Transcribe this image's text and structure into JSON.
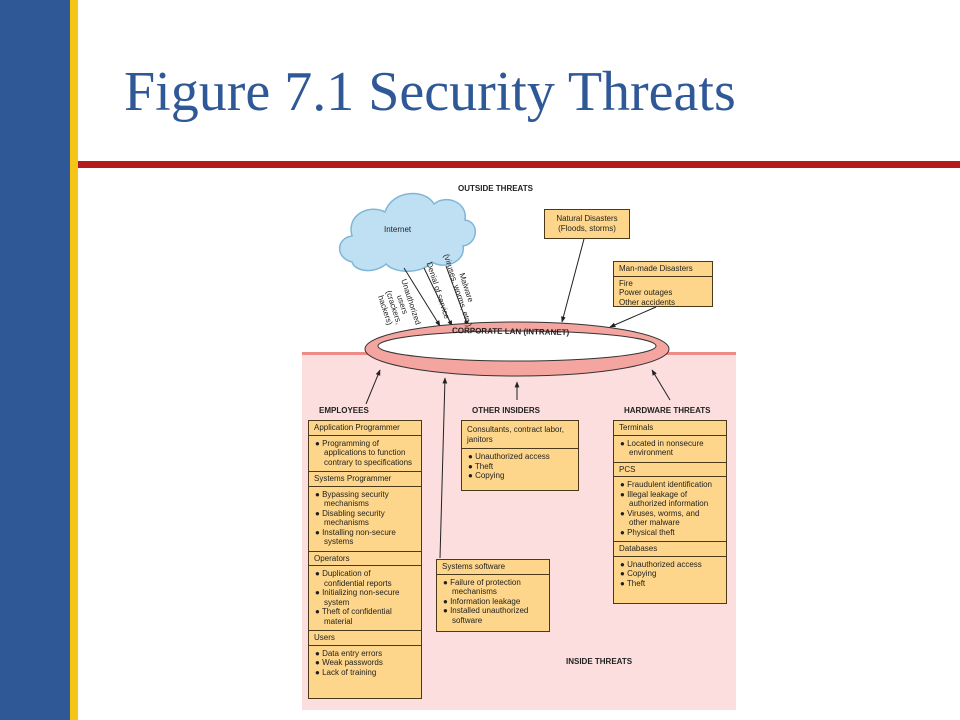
{
  "slide": {
    "title": "Figure 7.1 Security Threats"
  },
  "outside": {
    "heading": "OUTSIDE THREATS",
    "cloud": "Internet",
    "internet_threats": [
      {
        "lines": [
          "Unauthorized",
          "users",
          "(crackers,",
          "hackers)"
        ]
      },
      {
        "lines": [
          "Denial of service"
        ]
      },
      {
        "lines": [
          "Malware",
          "(viruses, worms, etc.)"
        ]
      }
    ],
    "natural": {
      "title": "Natural Disasters",
      "detail": "(Floods, storms)"
    },
    "manmade": {
      "title": "Man-made Disasters",
      "items": [
        "Fire",
        "Power outages",
        "Other accidents"
      ]
    }
  },
  "lan": {
    "label": "CORPORATE LAN (INTRANET)"
  },
  "inside": {
    "heading": "INSIDE THREATS",
    "employees": {
      "heading": "EMPLOYEES",
      "groups": [
        {
          "title": "Application Programmer",
          "items": [
            [
              "Programming of",
              "applications to function",
              "contrary to specifications"
            ]
          ]
        },
        {
          "title": "Systems Programmer",
          "items": [
            [
              "Bypassing security",
              "mechanisms"
            ],
            [
              "Disabling security",
              "mechanisms"
            ],
            [
              "Installing non-secure",
              "systems"
            ]
          ]
        },
        {
          "title": "Operators",
          "items": [
            [
              "Duplication of",
              "confidential reports"
            ],
            [
              "Initializing non-secure",
              "system"
            ],
            [
              "Theft of confidential",
              "material"
            ]
          ]
        },
        {
          "title": "Users",
          "items": [
            [
              "Data entry errors"
            ],
            [
              "Weak passwords"
            ],
            [
              "Lack of training"
            ]
          ]
        }
      ]
    },
    "other_insiders": {
      "heading": "OTHER INSIDERS",
      "title_lines": [
        "Consultants, contract labor,",
        "janitors"
      ],
      "items": [
        "Unauthorized access",
        "Theft",
        "Copying"
      ]
    },
    "systems_software": {
      "title": "Systems software",
      "items": [
        [
          "Failure of protection",
          "mechanisms"
        ],
        [
          "Information leakage"
        ],
        [
          "Installed unauthorized",
          "software"
        ]
      ]
    },
    "hardware": {
      "heading": "HARDWARE THREATS",
      "groups": [
        {
          "title": "Terminals",
          "items": [
            [
              "Located in nonsecure",
              "environment"
            ]
          ]
        },
        {
          "title": "PCS",
          "items": [
            [
              "Fraudulent identification"
            ],
            [
              "Illegal leakage of",
              "authorized information"
            ],
            [
              "Viruses, worms, and",
              "other malware"
            ],
            [
              "Physical theft"
            ]
          ]
        },
        {
          "title": "Databases",
          "items": [
            [
              "Unauthorized access"
            ],
            [
              "Copying"
            ],
            [
              "Theft"
            ]
          ]
        }
      ]
    }
  },
  "colors": {
    "sidebar": "#2f5896",
    "sidebar_accent": "#f5c518",
    "rule": "#b51b1b",
    "box": "#fdd68b",
    "inside_zone": "#fbdedd",
    "ring": "#f4a5a0"
  }
}
